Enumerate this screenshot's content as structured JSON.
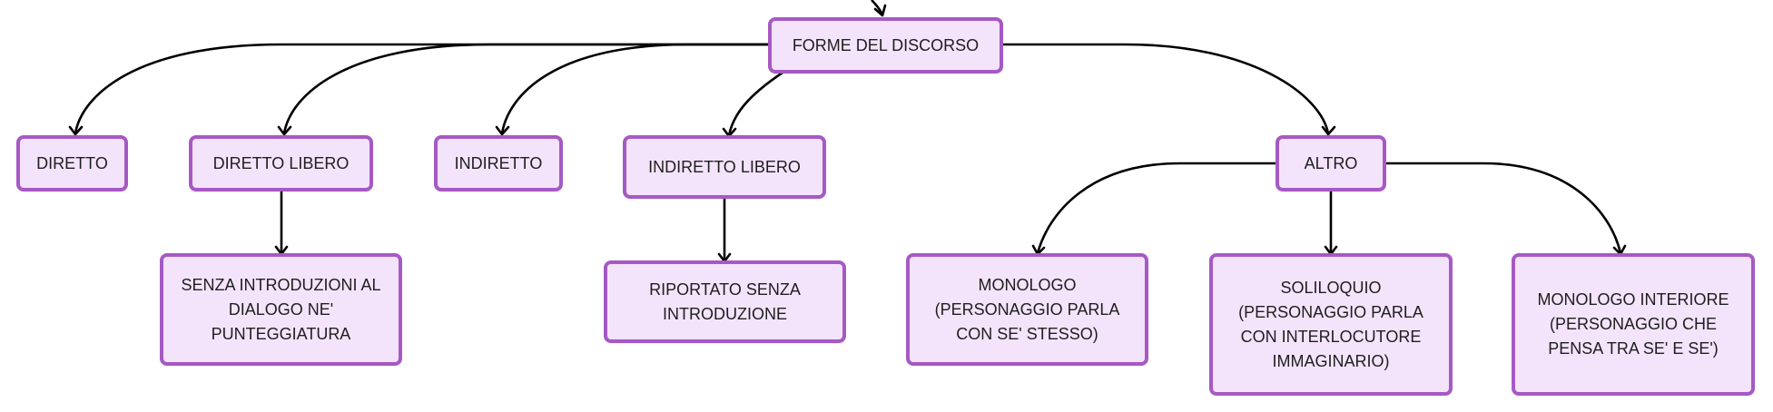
{
  "colors": {
    "node_fill": "#f4e4fb",
    "node_border": "#a659c4",
    "edge": "#000000",
    "text": "#1e1e1e"
  },
  "nodes": {
    "root": "FORME DEL DISCORSO",
    "diretto": "DIRETTO",
    "diretto_libero": "DIRETTO LIBERO",
    "indiretto": "INDIRETTO",
    "indiretto_libero": "INDIRETTO LIBERO",
    "altro": "ALTRO",
    "senza_introduzioni": "SENZA INTRODUZIONI AL\nDIALOGO NE'\nPUNTEGGIATURA",
    "riportato": "RIPORTATO SENZA\nINTRODUZIONE",
    "monologo": "MONOLOGO\n(PERSONAGGIO PARLA\nCON SE' STESSO)",
    "soliloquio": "SOLILOQUIO\n(PERSONAGGIO PARLA\nCON INTERLOCUTORE\nIMMAGINARIO)",
    "monologo_interiore": "MONOLOGO INTERIORE\n(PERSONAGGIO CHE\nPENSA TRA SE' E SE')"
  }
}
